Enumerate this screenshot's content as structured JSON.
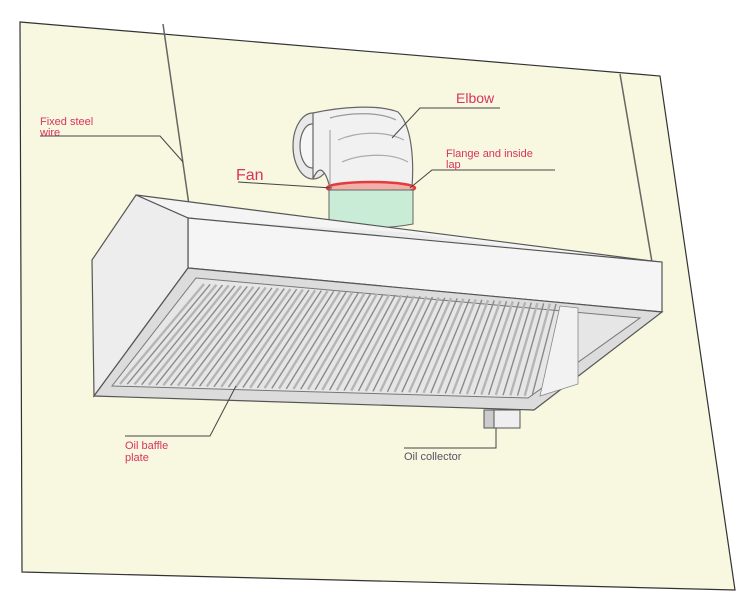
{
  "labels": {
    "fixed_steel_wire_line1": "Fixed steel",
    "fixed_steel_wire_line2": "wire",
    "elbow": "Elbow",
    "flange_line1": "Flange and inside",
    "flange_line2": "lap",
    "fan": "Fan",
    "oil_baffle_line1": "Oil baffle",
    "oil_baffle_line2": "plate",
    "oil_collector": "Oil collector"
  },
  "colors": {
    "background_panel": "#f8f7df",
    "label_pink": "#d8345f",
    "label_gray": "#555566",
    "fan_fill": "#c8ecd6",
    "flange_red": "#e23b3b",
    "outline": "#555555"
  }
}
